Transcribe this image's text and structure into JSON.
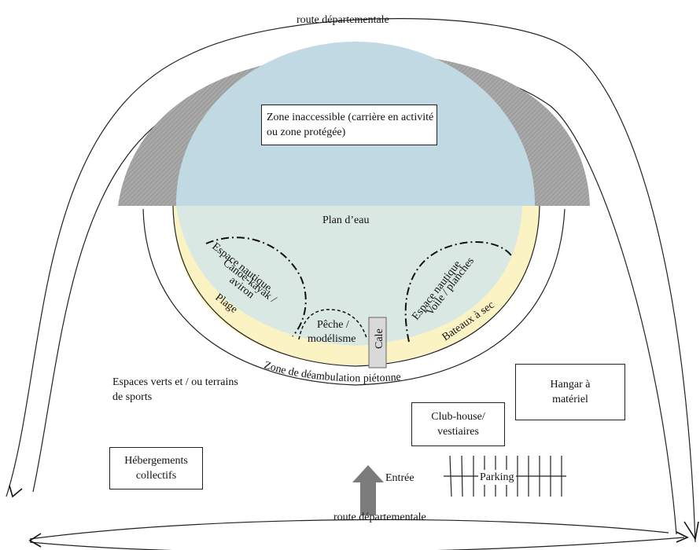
{
  "colors": {
    "water": "#dae8e3",
    "water_inaccessible": "#c0d9e3",
    "beach": "#fbf3c3",
    "quarry_hatch": "#a3a3a3",
    "cale": "#d9d9d9",
    "entrance_arrow": "#7c7c7c"
  },
  "labels": {
    "road_top": "route départementale",
    "road_bottom": "route départementale",
    "inaccessible_zone": "Zone inaccessible (carrière en activité ou zone protégée)",
    "water": "Plan d’eau",
    "canoe_zone": [
      "Espace nautique",
      "Canoë-kayak /",
      "aviron"
    ],
    "sail_zone": [
      "Espace nautique",
      "Voile / planches"
    ],
    "fishing_zone": [
      "Pêche /",
      "modélisme"
    ],
    "beach": "Plage",
    "slipway": "Cale",
    "dry_boats": "Bateaux à sec",
    "walkway": "Zone de déambulation piétonne",
    "green_spaces": "Espaces verts et / ou terrains de sports",
    "hangar": "Hangar à matériel",
    "clubhouse": "Club-house/ vestiaires",
    "lodging": "Hébergements collectifs",
    "entrance": "Entrée",
    "parking": "Parking"
  },
  "icons": {
    "entrance_arrow": "up-arrow-icon",
    "road_arrows": "arrow-head-icon"
  }
}
